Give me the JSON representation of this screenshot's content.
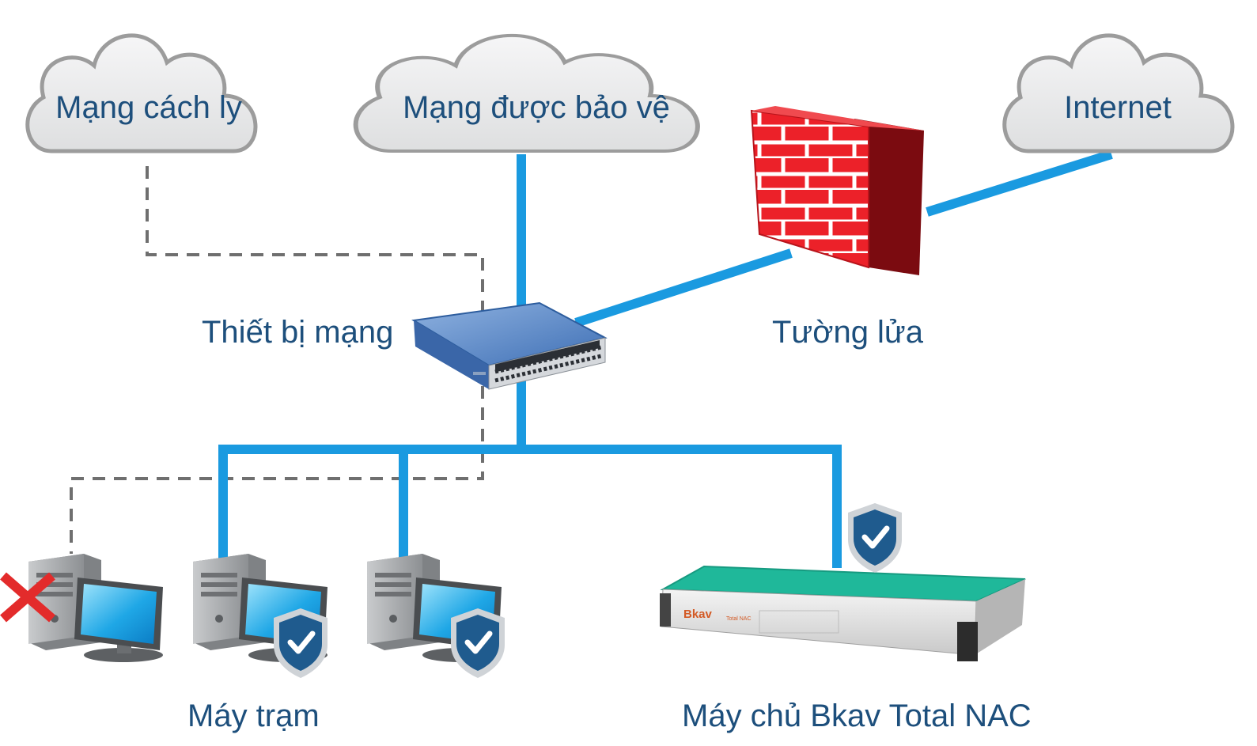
{
  "clouds": {
    "isolated": "Mạng cách ly",
    "protected": "Mạng được bảo vệ",
    "internet": "Internet"
  },
  "labels": {
    "network_device": "Thiết bị mạng",
    "firewall": "Tường lửa",
    "workstations": "Máy trạm",
    "server": "Máy chủ Bkav Total NAC"
  },
  "server_brand": "Bkav",
  "server_model": "Total NAC",
  "colors": {
    "link": "#1a9ae0",
    "label": "#1d4f7c",
    "cloud_fill": "#ececed",
    "cloud_stroke": "#9c9c9c",
    "firewall": "#e0202a",
    "server_top": "#1fb89a",
    "shield": "#1f5b8e",
    "reject": "#e32b2b"
  }
}
